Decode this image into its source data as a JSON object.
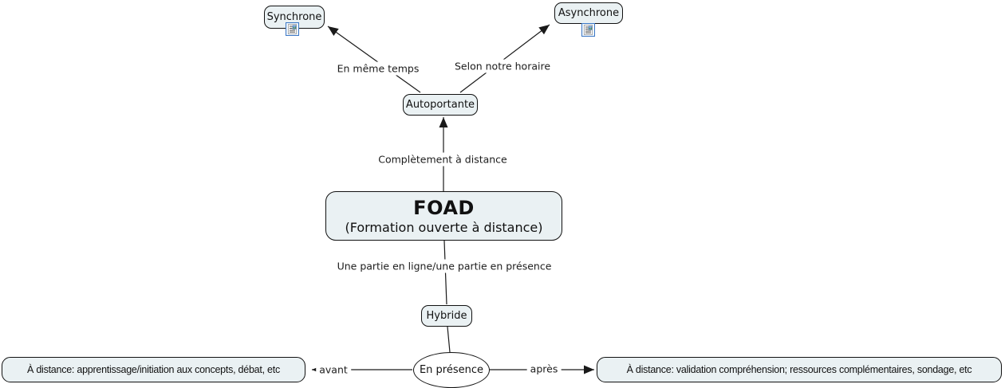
{
  "map": {
    "title": "FOAD concept map",
    "nodes": {
      "synchrone": {
        "label": "Synchrone",
        "icon": "resource-document-icon"
      },
      "asynchrone": {
        "label": "Asynchrone",
        "icon": "resource-document-icon"
      },
      "autoportante": {
        "label": "Autoportante"
      },
      "foad": {
        "title": "FOAD",
        "subtitle": "(Formation ouverte à distance)"
      },
      "hybride": {
        "label": "Hybride"
      },
      "en_presence": {
        "label": "En présence"
      },
      "distance_avant": {
        "label": "À distance: apprentissage/initiation aux concepts, débat, etc"
      },
      "distance_apres": {
        "label": "À distance: validation compréhension; ressources complémentaires, sondage, etc"
      }
    },
    "links": [
      {
        "from": "autoportante",
        "to": "synchrone",
        "label": "En même temps",
        "arrow": "to"
      },
      {
        "from": "autoportante",
        "to": "asynchrone",
        "label": "Selon notre horaire",
        "arrow": "to"
      },
      {
        "from": "foad",
        "to": "autoportante",
        "label": "Complètement à distance",
        "arrow": "to"
      },
      {
        "from": "foad",
        "to": "hybride",
        "label": "Une partie en ligne/une partie en présence",
        "arrow": "none"
      },
      {
        "from": "hybride",
        "to": "en_presence",
        "label": "",
        "arrow": "none"
      },
      {
        "from": "en_presence",
        "to": "distance_avant",
        "label": "avant",
        "arrow": "to"
      },
      {
        "from": "en_presence",
        "to": "distance_apres",
        "label": "après",
        "arrow": "to"
      }
    ],
    "colors": {
      "node_fill": "#eaf1f3",
      "node_border": "#111111",
      "line": "#1a1a1a",
      "canvas_bg": "#ffffff",
      "icon_border": "#3b76c4"
    }
  }
}
